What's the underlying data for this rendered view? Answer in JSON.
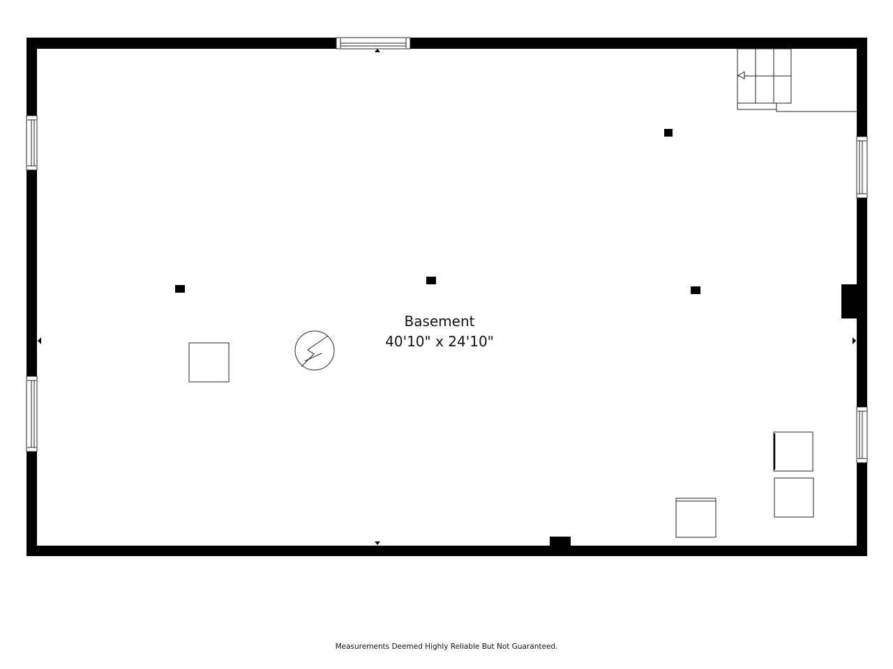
{
  "room": {
    "name": "Basement",
    "dimensions": "40'10\" x 24'10\""
  },
  "footer": {
    "disclaimer": "Measurements Deemed Highly Reliable But Not Guaranteed."
  },
  "symbols": {
    "electrical_panel": "lightning-bolt-icon",
    "stairs_direction": "arrow-left-icon"
  },
  "colors": {
    "wall": "#000000",
    "background": "#ffffff",
    "fixture_stroke": "#222222"
  }
}
